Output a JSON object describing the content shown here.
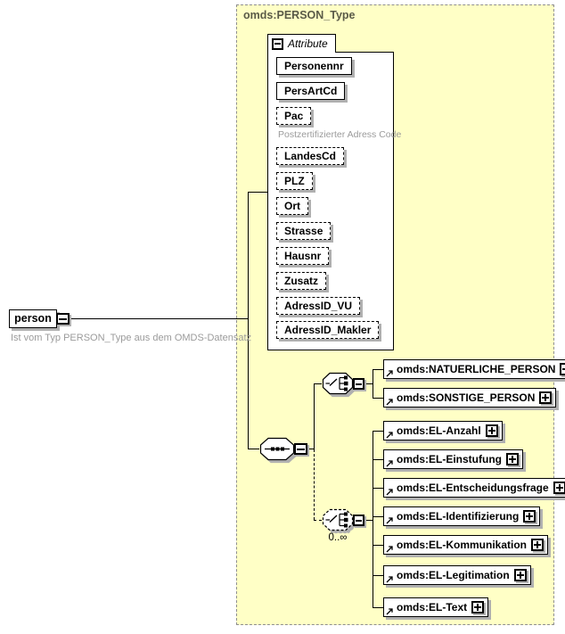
{
  "person": {
    "label": "person",
    "caption": "Ist vom Typ PERSON_Type aus dem OMDS-Datensatz"
  },
  "type": {
    "label": "omds:PERSON_Type"
  },
  "attributes": {
    "tab_label": "Attribute",
    "items": [
      {
        "label": "Personennr",
        "use": "required"
      },
      {
        "label": "PersArtCd",
        "use": "required"
      },
      {
        "label": "Pac",
        "use": "optional",
        "annotation": "Postzertifizierter Adress Code"
      },
      {
        "label": "LandesCd",
        "use": "optional"
      },
      {
        "label": "PLZ",
        "use": "optional"
      },
      {
        "label": "Ort",
        "use": "optional"
      },
      {
        "label": "Strasse",
        "use": "optional"
      },
      {
        "label": "Hausnr",
        "use": "optional"
      },
      {
        "label": "Zusatz",
        "use": "optional"
      },
      {
        "label": "AdressID_VU",
        "use": "optional"
      },
      {
        "label": "AdressID_Makler",
        "use": "optional"
      }
    ]
  },
  "content_model": {
    "compositor": "sequence",
    "choice1": {
      "compositor": "choice",
      "children": [
        {
          "label": "omds:NATUERLICHE_PERSON"
        },
        {
          "label": "omds:SONSTIGE_PERSON"
        }
      ]
    },
    "choice2": {
      "compositor": "choice",
      "cardinality": "0..∞",
      "children": [
        {
          "label": "omds:EL-Anzahl"
        },
        {
          "label": "omds:EL-Einstufung"
        },
        {
          "label": "omds:EL-Entscheidungsfrage"
        },
        {
          "label": "omds:EL-Identifizierung"
        },
        {
          "label": "omds:EL-Kommunikation"
        },
        {
          "label": "omds:EL-Legitimation"
        },
        {
          "label": "omds:EL-Text"
        }
      ]
    }
  },
  "icons": {
    "collapse_glyph": "−",
    "expand_glyph": "+",
    "reference_glyph": "↗"
  },
  "colors": {
    "container_fill": "#FFFFC6",
    "container_border": "#8F8F8F",
    "box_fill": "#FFFFFF",
    "line": "#000000",
    "shadow": "#B0B0B0",
    "annotation_text": "#9B9B9B",
    "type_label_text": "#5A5A48"
  }
}
